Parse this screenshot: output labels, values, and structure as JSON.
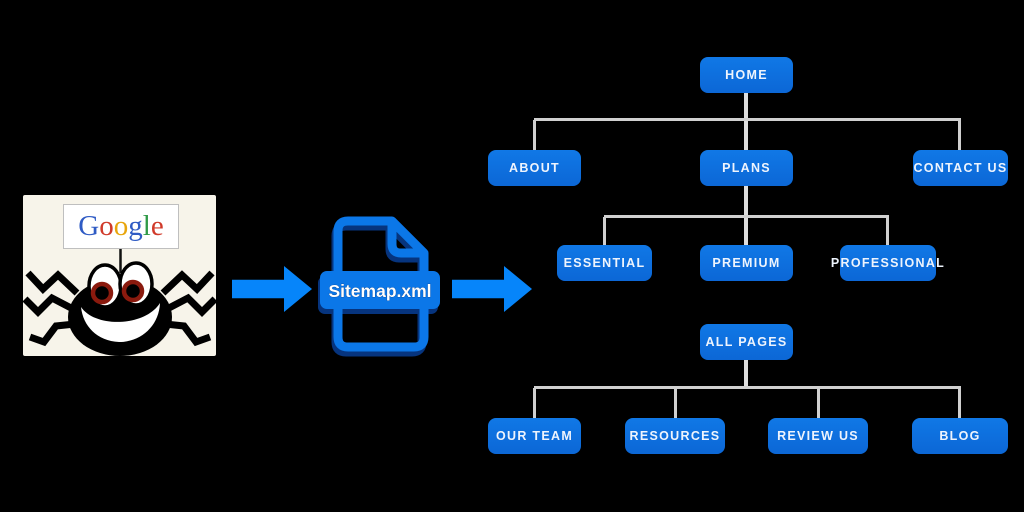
{
  "colors": {
    "background": "#000000",
    "node_blue": "#0d6edd",
    "arrow_blue": "#0685fa",
    "icon_blue": "#0b77e8",
    "connector_gray": "#d0d0d0",
    "card_background": "#f7f4ea"
  },
  "crawler_card": {
    "icon": "google-spider-crawler",
    "logo": {
      "word": "Google",
      "letters": [
        {
          "char": "G",
          "color": "#2f5bc4"
        },
        {
          "char": "o",
          "color": "#d03a2a"
        },
        {
          "char": "o",
          "color": "#e8a50c"
        },
        {
          "char": "g",
          "color": "#2f5bc4"
        },
        {
          "char": "l",
          "color": "#2f9a47"
        },
        {
          "char": "e",
          "color": "#d03a2a"
        }
      ]
    }
  },
  "flow": {
    "arrow_icon": "right-block-arrow",
    "sequence": [
      "google-crawler",
      "sitemap-file",
      "site-tree"
    ]
  },
  "sitemap_file": {
    "icon": "xml-document-icon",
    "label": "Sitemap.xml"
  },
  "sitemap_tree": {
    "nodes": {
      "home": "HOME",
      "about": "ABOUT",
      "plans": "PLANS",
      "contact_us": "CONTACT US",
      "essential": "ESSENTIAL",
      "premium": "PREMIUM",
      "professional": "PROFESSIONAL",
      "all_pages": "ALL PAGES",
      "our_team": "OUR TEAM",
      "resources": "RESOURCES",
      "review_us": "REVIEW US",
      "blog": "BLOG"
    },
    "edges": [
      [
        "HOME",
        "ABOUT"
      ],
      [
        "HOME",
        "PLANS"
      ],
      [
        "HOME",
        "CONTACT US"
      ],
      [
        "PLANS",
        "ESSENTIAL"
      ],
      [
        "PLANS",
        "PREMIUM"
      ],
      [
        "PLANS",
        "PROFESSIONAL"
      ],
      [
        "ALL PAGES",
        "OUR TEAM"
      ],
      [
        "ALL PAGES",
        "RESOURCES"
      ],
      [
        "ALL PAGES",
        "REVIEW US"
      ],
      [
        "ALL PAGES",
        "BLOG"
      ]
    ]
  }
}
